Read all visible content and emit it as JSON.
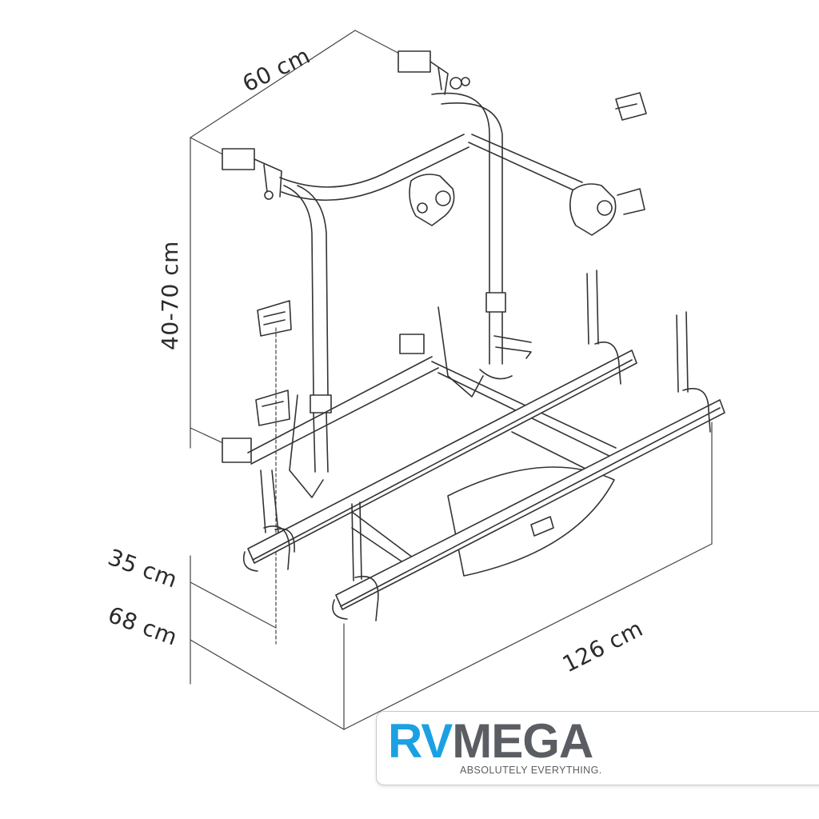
{
  "dimensions": {
    "width_label": "60 cm",
    "height_range_label": "40-70 cm",
    "depth_upper_label": "35 cm",
    "depth_lower_label": "68 cm",
    "length_label": "126 cm"
  },
  "brand": {
    "logo_part_1": "RV",
    "logo_part_2": "MEGA",
    "tagline": "ABSOLUTELY EVERYTHING.",
    "color_primary": "#1ba1e2",
    "color_secondary": "#5a5e63"
  }
}
